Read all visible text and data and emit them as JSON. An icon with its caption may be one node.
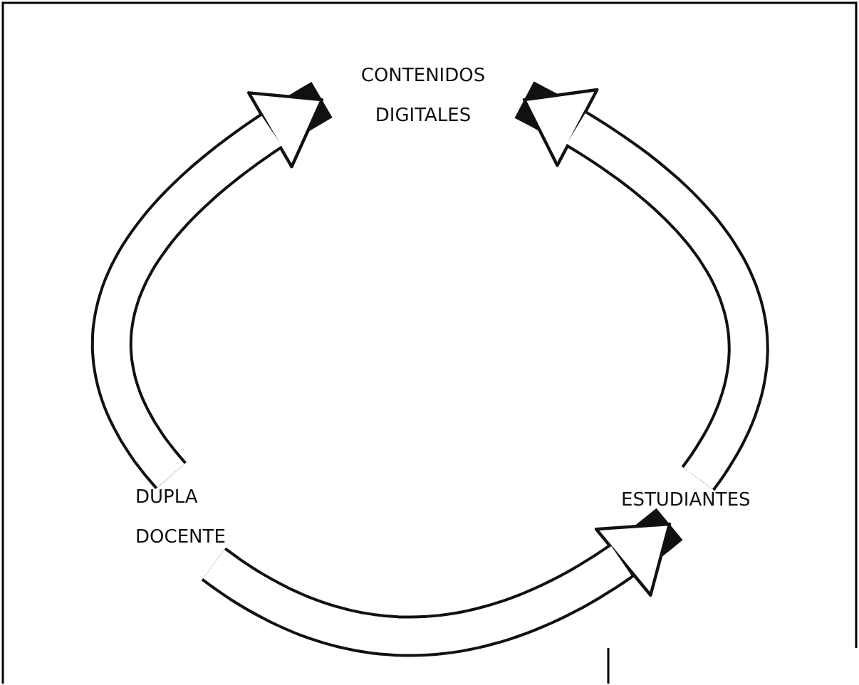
{
  "diagram": {
    "nodes": [
      {
        "text": [
          "CONTENIDOS DIGITALES"
        ]
      },
      {
        "text": [
          "DUPLA DOCENTE"
        ]
      },
      {
        "text": [
          "ESTUDIANTES"
        ]
      }
    ],
    "edges": [
      {
        "from": 1,
        "to": 0,
        "arrow": "to"
      },
      {
        "from": 2,
        "to": 0,
        "arrow": "to"
      },
      {
        "from": 1,
        "to": 2,
        "arrow": "to"
      }
    ]
  }
}
